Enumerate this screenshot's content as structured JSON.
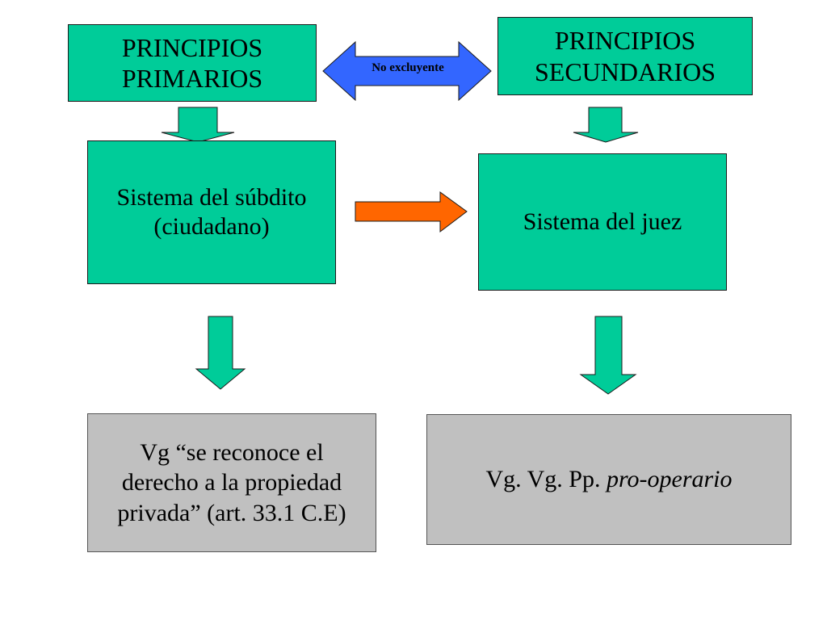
{
  "diagram": {
    "primary_box": {
      "lines": [
        "PRINCIPIOS",
        "PRIMARIOS"
      ],
      "color": "#00cc99"
    },
    "secondary_box": {
      "lines": [
        "PRINCIPIOS",
        "SECUNDARIOS"
      ],
      "color": "#00cc99"
    },
    "double_arrow": {
      "label": "No excluyente",
      "color": "#3366ff"
    },
    "subject_system": {
      "lines": [
        "Sistema del súbdito",
        "(ciudadano)"
      ]
    },
    "judge_system": {
      "label": "Sistema del juez"
    },
    "link_arrow": {
      "color": "#ff6600"
    },
    "example_left": {
      "lines": [
        "Vg “se reconoce el",
        "derecho a la propiedad",
        "privada” (art. 33.1 C.E)"
      ],
      "color": "#c0c0c0"
    },
    "example_right": {
      "prefix": "Vg. Vg. Pp.",
      "italic": "pro-operario",
      "color": "#c0c0c0"
    },
    "down_arrow_color": "#00cc99"
  }
}
